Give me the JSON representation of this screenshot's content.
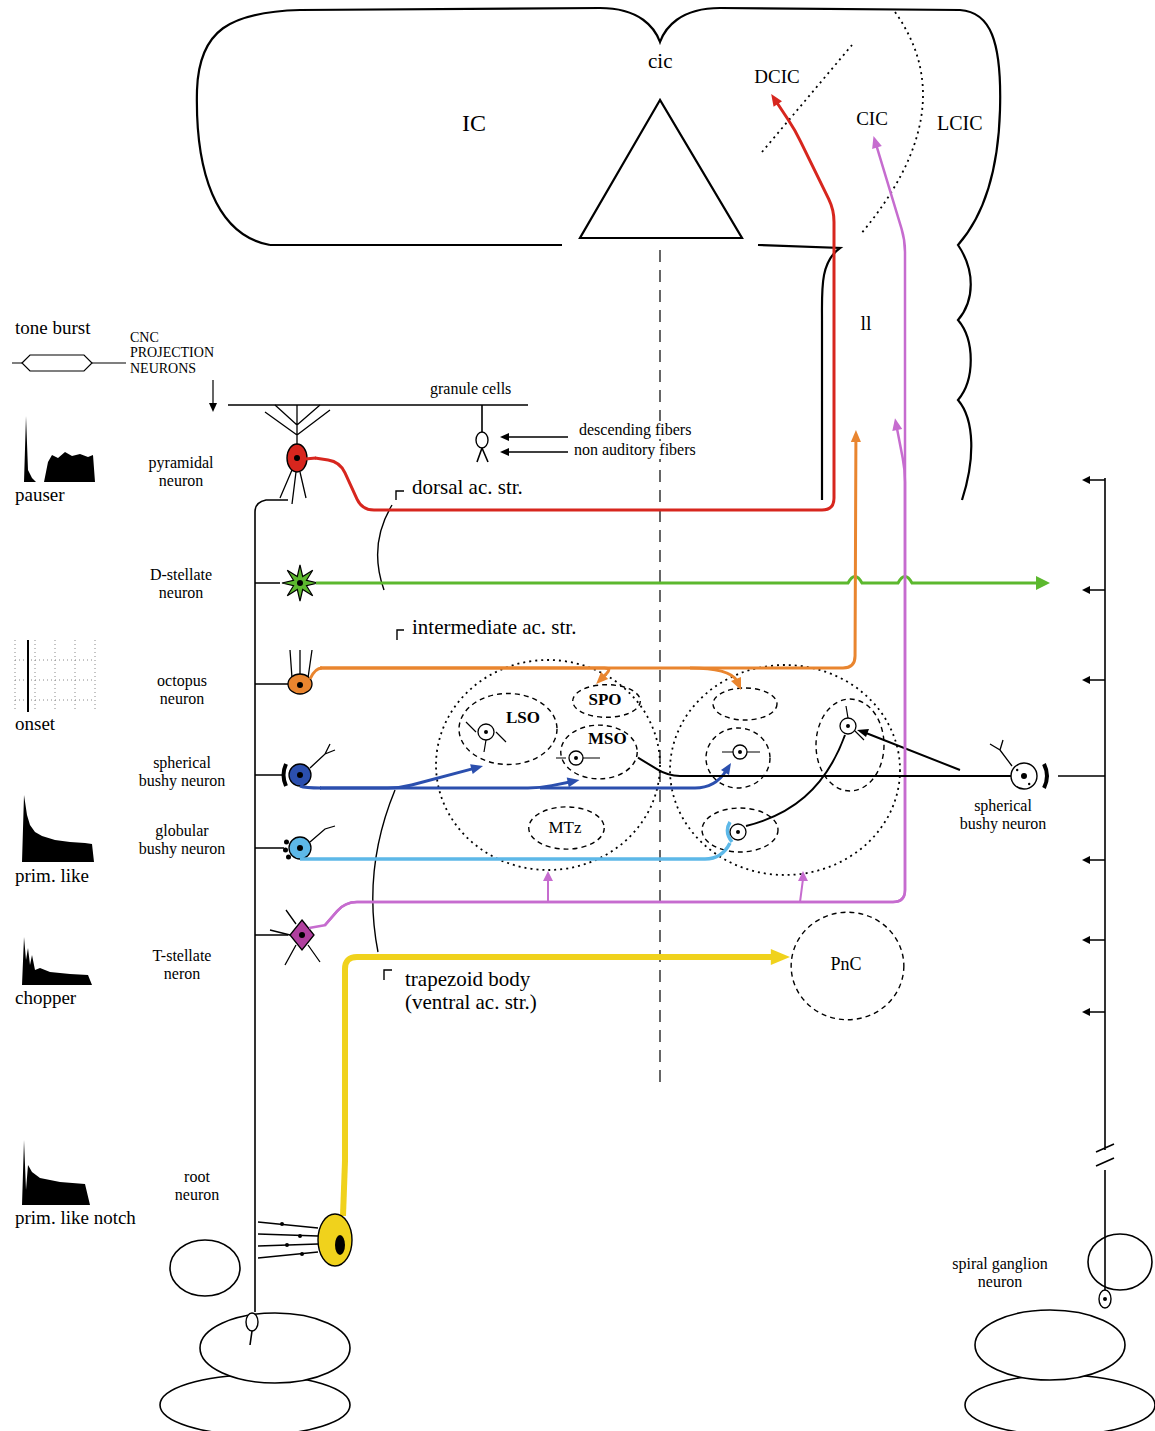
{
  "diagram": {
    "nodes": [
      {
        "text": [
          "DCIC"
        ]
      },
      {
        "text": [
          "CIC"
        ]
      },
      {
        "text": [
          "ll"
        ]
      },
      {
        "text": [
          "pyramidal neuron"
        ]
      },
      {
        "text": [
          "D-stellate neuron"
        ]
      },
      {
        "text": [
          "octopus neuron"
        ]
      },
      {
        "text": [
          "SPO"
        ]
      },
      {
        "text": [
          "LSO"
        ]
      },
      {
        "text": [
          "MSO"
        ]
      },
      {
        "text": [
          "spherical bushy neuron"
        ]
      },
      {
        "text": [
          "globular bushy neuron"
        ]
      },
      {
        "text": [
          "MTz"
        ]
      },
      {
        "text": [
          "T-stellate neron"
        ]
      },
      {
        "text": [
          "PnC"
        ]
      },
      {
        "text": [
          "root neuron"
        ]
      },
      {
        "text": [
          "spherical bushy neuron"
        ]
      },
      {
        "text": [
          "spiral ganglion neuron"
        ]
      }
    ],
    "edges": [
      {
        "from": 3,
        "to": 0,
        "arrow": "to"
      },
      {
        "from": 5,
        "to": 2,
        "arrow": "to"
      },
      {
        "from": 5,
        "to": 6,
        "arrow": "to"
      },
      {
        "from": 9,
        "to": 7,
        "arrow": "to"
      },
      {
        "from": 9,
        "to": 8,
        "arrow": "to"
      },
      {
        "from": 12,
        "to": 1,
        "arrow": "to"
      },
      {
        "from": 12,
        "to": 2,
        "arrow": "to"
      },
      {
        "from": 14,
        "to": 13,
        "arrow": "to"
      },
      {
        "from": 15,
        "to": 8,
        "arrow": "none"
      }
    ],
    "labels": [
      "tone burst",
      "CNC PROJECTION NEURONS",
      "pauser",
      "onset",
      "prim. like",
      "chopper",
      "prim. like notch",
      "IC",
      "cic",
      "LCIC",
      "granule cells",
      "descending fibers",
      "non auditory fibers",
      "dorsal ac. str.",
      "intermediate ac. str.",
      "trapezoid body (ventral ac. str.)"
    ]
  }
}
